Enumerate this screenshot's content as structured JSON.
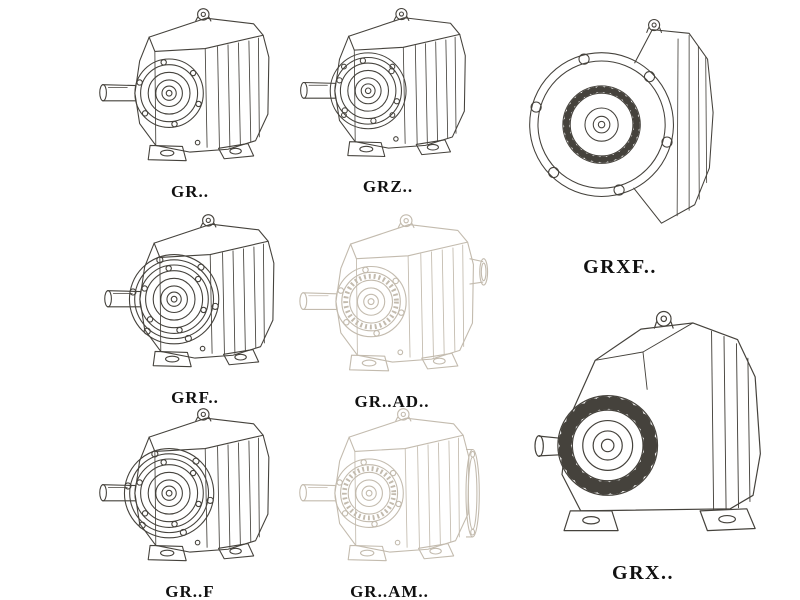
{
  "page": {
    "colors": {
      "bg": "#ffffff",
      "ink": "#45423c",
      "ghost": "#c3bbae",
      "label": "#111111"
    }
  },
  "figures": {
    "gr": {
      "label": "GR.."
    },
    "grz": {
      "label": "GRZ.."
    },
    "grxf": {
      "label": "GRXF.."
    },
    "grf": {
      "label": "GRF.."
    },
    "grad": {
      "label": "GR..AD.."
    },
    "grx": {
      "label": "GRX.."
    },
    "grfoot": {
      "label": "GR..F"
    },
    "gram": {
      "label": "GR..AM.."
    }
  }
}
